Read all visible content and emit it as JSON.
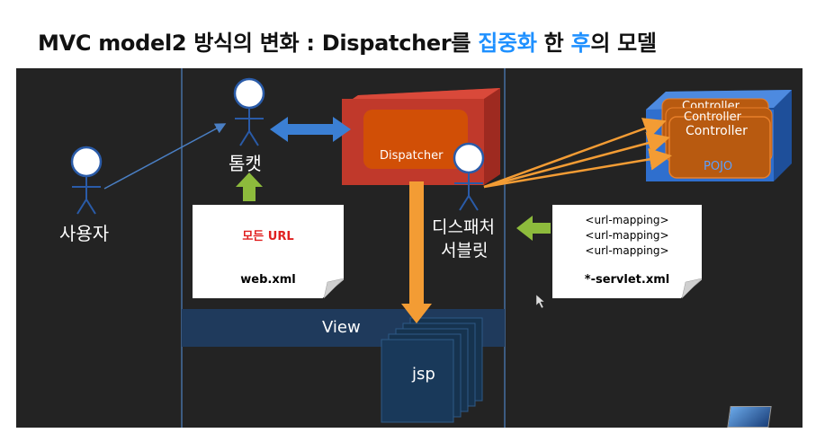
{
  "title": {
    "part1": "MVC model2 방식의 변화 : Dispatcher를 ",
    "highlight1": "집중화",
    "part2": " 한 ",
    "highlight2": "후",
    "part3": "의 모델",
    "highlight_color": "#1e90ff"
  },
  "diagram": {
    "user_label": "사용자",
    "tomcat_label": "톰캣",
    "dispatcher_box_label": "Dispatcher",
    "dispatcher_servlet_label_line1": "디스패처",
    "dispatcher_servlet_label_line2": "서블릿",
    "webxml_card": {
      "red_text": "모든 URL",
      "file_name": "web.xml"
    },
    "servletxml_card": {
      "lines": [
        "<url-mapping>",
        "<url-mapping>",
        "<url-mapping>"
      ],
      "file_name": "*-servlet.xml"
    },
    "controllers": [
      "Controller",
      "Controller",
      "Controller"
    ],
    "pojo_label": "POJO",
    "view_label": "View",
    "jsp_label": "jsp"
  },
  "colors": {
    "background": "#232323",
    "dispatcher_red": "#c0392b",
    "controller_blue": "#2f6fce",
    "controller_orange": "#b85a10",
    "arrow_orange": "#f39c34",
    "arrow_green": "#8dbb3c",
    "arrow_blue": "#3b7fd4",
    "view_band": "#1f3a5c",
    "red_text": "#e02020"
  }
}
